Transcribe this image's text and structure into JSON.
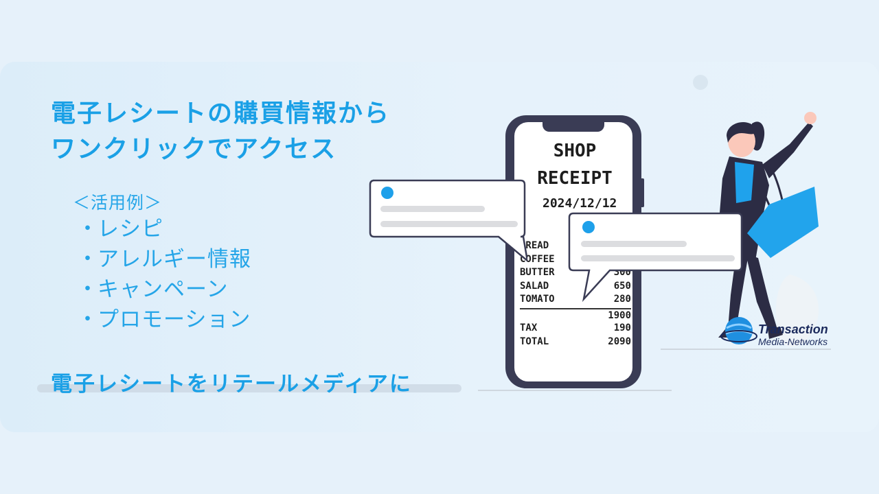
{
  "headline": {
    "line1": "電子レシートの購買情報から",
    "line2": "ワンクリックでアクセス"
  },
  "examples": {
    "title": "＜活用例＞",
    "bullet": "・",
    "items": [
      "レシピ",
      "アレルギー情報",
      "キャンペーン",
      "プロモーション"
    ]
  },
  "tagline": "電子レシートをリテールメディアに",
  "receipt": {
    "shop": "SHOP",
    "title": "RECEIPT",
    "date": "2024/12/12",
    "items": [
      {
        "name": "BREAD",
        "price": ""
      },
      {
        "name": "COFFEE",
        "price": ""
      },
      {
        "name": "BUTTER",
        "price": "300"
      },
      {
        "name": "SALAD",
        "price": "650"
      },
      {
        "name": "TOMATO",
        "price": "280"
      }
    ],
    "subtotal": "1900",
    "tax_label": "TAX",
    "tax": "190",
    "total_label": "TOTAL",
    "total": "2090"
  },
  "logo": {
    "line1": "Transaction",
    "line2": "Media-Networks"
  },
  "colors": {
    "accent": "#1aa0e6",
    "bubble_dot": "#1ea0ea",
    "bag": "#22a4ec",
    "phone": "#3a3c55"
  }
}
